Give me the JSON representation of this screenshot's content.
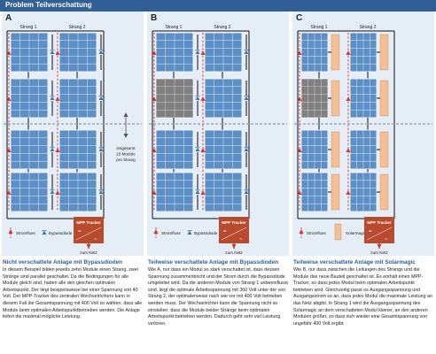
{
  "header": {
    "title": "Problem Teilverschattung"
  },
  "colors": {
    "header_bar": "#2f5f95",
    "panel_bg": "#e5edf6",
    "pv_module": "#5d8fc7",
    "pv_module_shaded": "#8e8e8e",
    "wire": "#111111",
    "current_flow": "#d4372c",
    "bypass_diode": "#3f6fa8",
    "solarmagic": "#f4bf94",
    "mpp_tracker": "#b84a2e",
    "caption_title": "#2f5f95"
  },
  "panels": [
    {
      "letter": "A",
      "string_labels": [
        "Strang 1",
        "Strang 2"
      ],
      "shaded": false,
      "has_solarmagic": false,
      "shaded_module": "",
      "annotation": [
        "insgesamt",
        "10 Module",
        "pro Strang"
      ],
      "legend_flow": "Stromfluss",
      "legend_second": "Bypassdiode",
      "legend_second_icon": "bypass-diode-icon",
      "tracker_label": "MPP Tracker",
      "grid_label": "zum Netz",
      "caption_title": "Nicht verschattete Anlage mit Bypassdioden",
      "caption_body": "In diesem Beispiel bilden jeweils zehn Module einen Strang, zwei Stränge sind parallel geschaltet. Da die Bedingungen für alle Module gleich sind, haben alle den gleichen optimalen Arbeitspunkt. Der liegt beispielsweise bei einer Spannung von 40 Volt. Der MPP-Tracker des zentralen Wechselrichters kann in diesem Fall die Gesamtspannung mit 400 Volt so wählen, dass alle Module beim optimalen Arbeitspunktbetrieben werden. Die Anlage liefert die maximal mögliche Leistung."
    },
    {
      "letter": "B",
      "string_labels": [
        "Strang 1",
        "Strang 2"
      ],
      "shaded": true,
      "has_solarmagic": false,
      "shaded_module": "left",
      "annotation": [],
      "legend_flow": "Stromfluss",
      "legend_second": "Bypassdiode",
      "legend_second_icon": "bypass-diode-icon",
      "tracker_label": "MPP Tracker",
      "grid_label": "zum Netz",
      "caption_title": "Teilweise verschattete Anlage mit Bypassdioden",
      "caption_body": "Wie A, nur dass ein Modul so stark verschattet ist, dass dessen Spannung zusammenbricht und der Strom durch die Bypassdiode umgeleitet wird. Da die anderen Module von Strang 1 unbeeinflusst sind, liegt die optimale Arbeitsspannung mit 360 Volt unter der von Strang 2, der optimalerweise nach wie vor mit 400 Volt betrieben werden muss. Der Wechselrichter kann die Spannung nicht so einstellen, dass die Module beider Stränge beim optimalen Arbeitspunkt betrieben werden. Dadurch geht sehr viel Leistung verloren."
    },
    {
      "letter": "C",
      "string_labels": [
        "Strang 1",
        "Strang 2"
      ],
      "shaded": true,
      "has_solarmagic": true,
      "shaded_module": "left",
      "annotation": [],
      "legend_flow": "Stromfluss",
      "legend_second": "Solarmagic",
      "legend_second_icon": "solarmagic-icon",
      "tracker_label": "MPP Tracker",
      "grid_label": "zum Netz",
      "caption_title": "Teilweise verschattete Anlage mit Solarmagic",
      "caption_body": "Wie B, nur dass zwischen die Leitungen des Strangs und die Module das neue Bauteil geschaltet ist. Es enthält einen MPP-Tracker, so dass jedes Modul beim optimalen Arbeitspunkt betrieben wird. Gleichzeitig passt es Ausgangsspannung und Ausgangsstrom so an, dass jedes Modul die maximale Leistung an das Netz abgibt. In Strang 1 wird die Ausgangsspannung des Solarmagic an dem verschatteten Modul kleiner, an den anderen Modulen größer, so dass sich wieder eine Gesamtspannung von ungefähr 400 Volt ergibt."
    }
  ]
}
